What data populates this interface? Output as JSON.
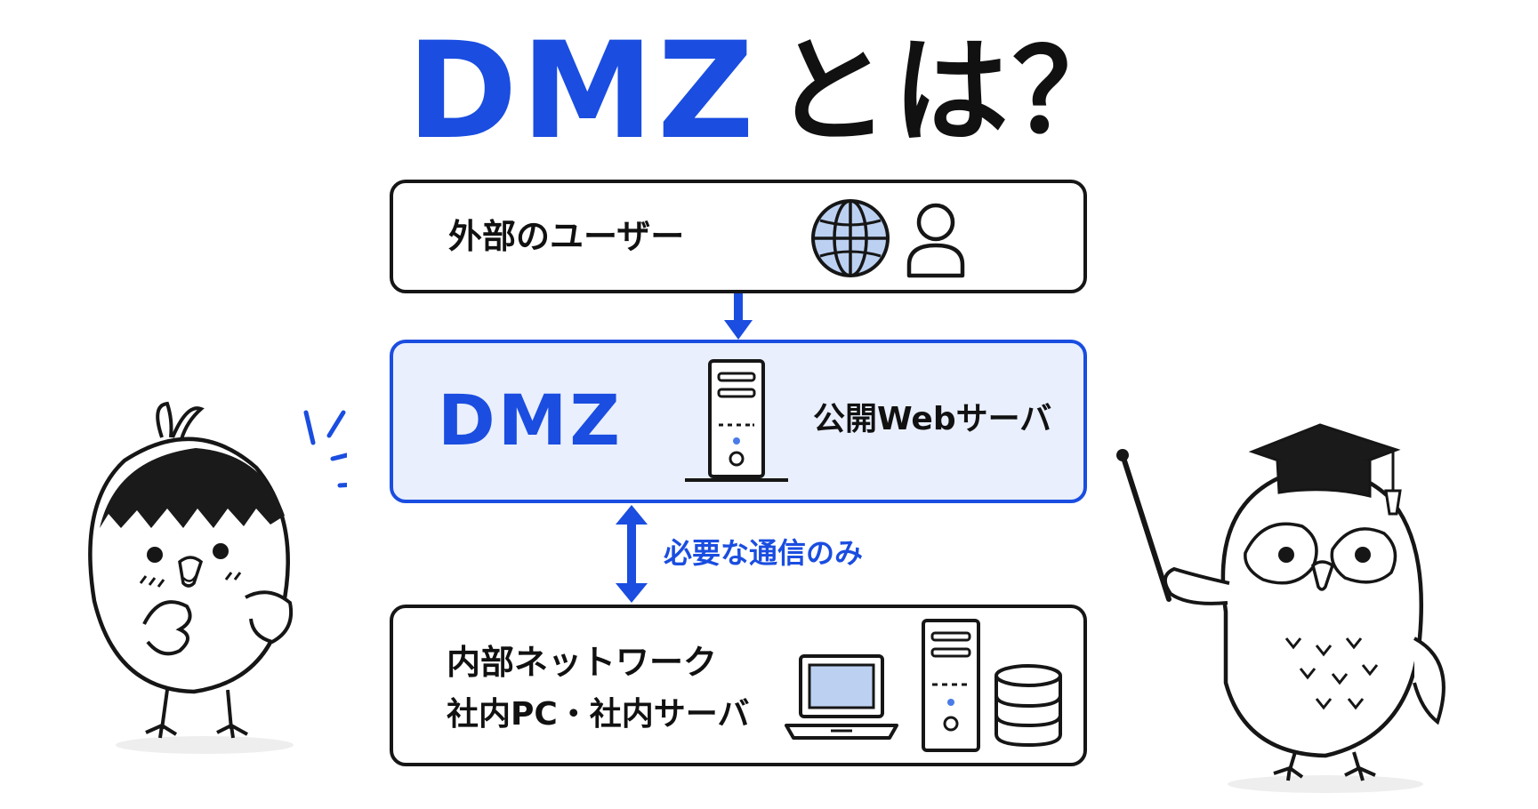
{
  "title": {
    "part1": "DMZ",
    "part2": "とは？"
  },
  "colors": {
    "accent": "#1a4de0",
    "dmz_fill": "#e9effd",
    "ink": "#161616",
    "globe_fill": "#bcd1f2"
  },
  "external": {
    "label": "外部のユーザー",
    "icons": [
      "globe-icon",
      "user-icon"
    ]
  },
  "dmz": {
    "label": "DMZ",
    "server_label": "公開Webサーバ",
    "icons": [
      "server-tower-icon"
    ]
  },
  "connection": {
    "label": "必要な通信のみ"
  },
  "internal": {
    "line1": "内部ネットワーク",
    "line2": "社内PC・社内サーバ",
    "icons": [
      "laptop-icon",
      "server-tower-icon",
      "database-icon"
    ]
  },
  "mascots": [
    "surprised-chick-mascot",
    "owl-teacher-mascot"
  ]
}
